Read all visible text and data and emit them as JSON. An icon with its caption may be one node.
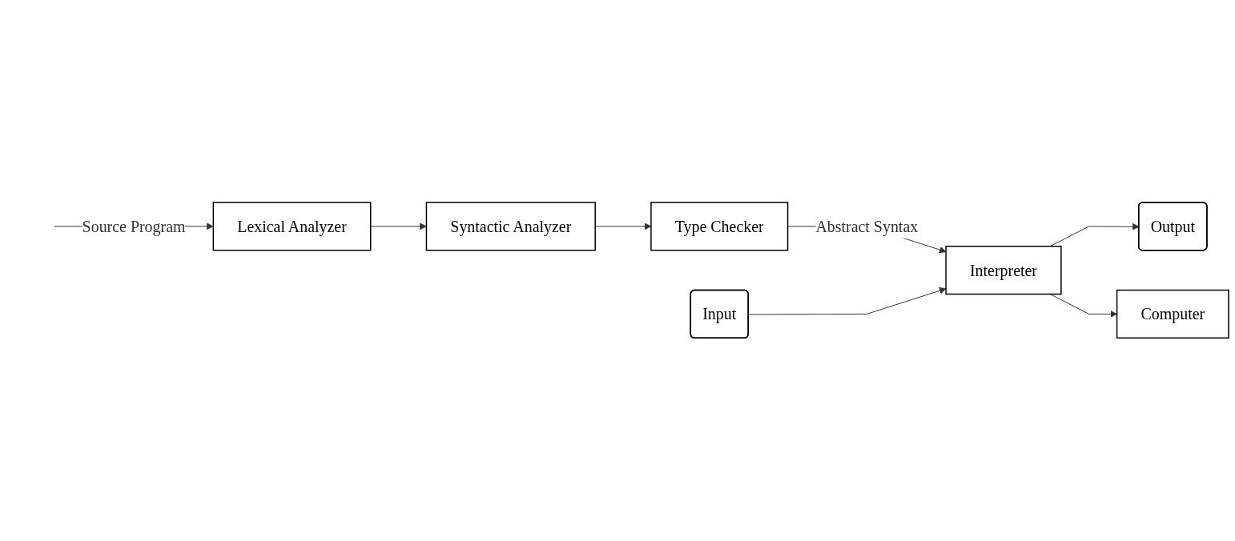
{
  "diagram": {
    "nodes": [
      {
        "text": [
          "Lexical Analyzer"
        ]
      },
      {
        "text": [
          "Syntactic Analyzer"
        ]
      },
      {
        "text": [
          "Type Checker"
        ]
      },
      {
        "text": [
          "Interpreter"
        ]
      },
      {
        "text": [
          "Input"
        ]
      },
      {
        "text": [
          "Computer"
        ]
      },
      {
        "text": [
          "Output"
        ]
      }
    ],
    "edges": [
      {
        "from": null,
        "to": 0,
        "arrow": "to",
        "label": "Source Program"
      },
      {
        "from": 0,
        "to": 1,
        "arrow": "to"
      },
      {
        "from": 1,
        "to": 2,
        "arrow": "to"
      },
      {
        "from": 2,
        "to": 3,
        "arrow": "to",
        "label": "Abstract Syntax"
      },
      {
        "from": 4,
        "to": 3,
        "arrow": "to"
      },
      {
        "from": 3,
        "to": 6,
        "arrow": "to"
      },
      {
        "from": 3,
        "to": 5,
        "arrow": "to"
      }
    ]
  }
}
